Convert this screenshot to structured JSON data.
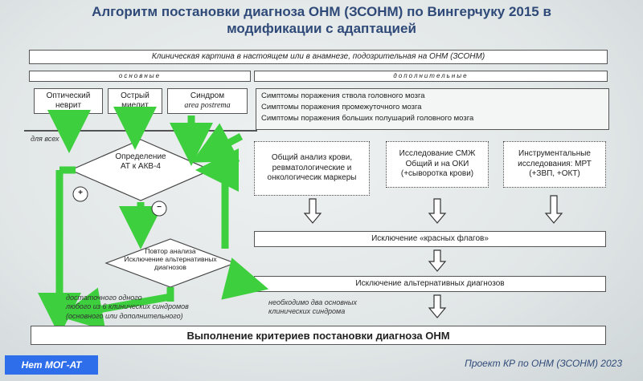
{
  "title": {
    "line1": "Алгоритм постановки диагноза ОНМ (ЗСОНМ) по Вингерчуку 2015 в",
    "line2": "модификации с адаптацией"
  },
  "header": {
    "clinical": "Клиническая картина в настоящем или в анамнезе, подозрительная на ОНМ (ЗСОНМ)",
    "main": "основные",
    "additional": "дополнительные"
  },
  "main_syndromes": [
    "Оптический неврит",
    "Острый миелит",
    "Синдром",
    "area postrema"
  ],
  "symptoms": [
    "Симптомы поражения ствола головного мозга",
    "Симптомы поражения промежуточного мозга",
    "Симптомы поражения больших полушарий головного мозга"
  ],
  "labels": {
    "for_all": "для всех"
  },
  "investigations": [
    "Общий анализ крови, ревматологические и онкологичесик маркеры",
    "Исследование СМЖ Общий и на ОКИ (+сыворотка крови)",
    "Инструментальные исследования: МРТ (+ЗВП, +ОКТ)"
  ],
  "steps": {
    "red_flags": "Исключение «красных флагов»",
    "alternatives": "Исключение альтернативных диагнозов",
    "final": "Выполнение критериев постановки диагноза ОНМ"
  },
  "diamonds": {
    "test_line1": "Определение",
    "test_line2": "АТ к АКВ-4",
    "repeat_line1": "Повтор анализа",
    "repeat_line2": "Исключение альтернативных",
    "repeat_line3": "диагнозов",
    "plus": "+",
    "minus": "−"
  },
  "notes": {
    "sufficient": [
      "достаточного одного",
      "любого из 6 клинических синдромов",
      "(основного или дополнительного)"
    ],
    "required": [
      "необходимо два основных",
      "клинических синдрома"
    ]
  },
  "footer": {
    "badge": "Нет МОГ-АТ",
    "project": "Проект КР по ОНМ (ЗСОНМ) 2023"
  },
  "colors": {
    "title": "#2f4a78",
    "arrow_green": "#3ecf3e",
    "badge_blue": "#2f6eea"
  }
}
